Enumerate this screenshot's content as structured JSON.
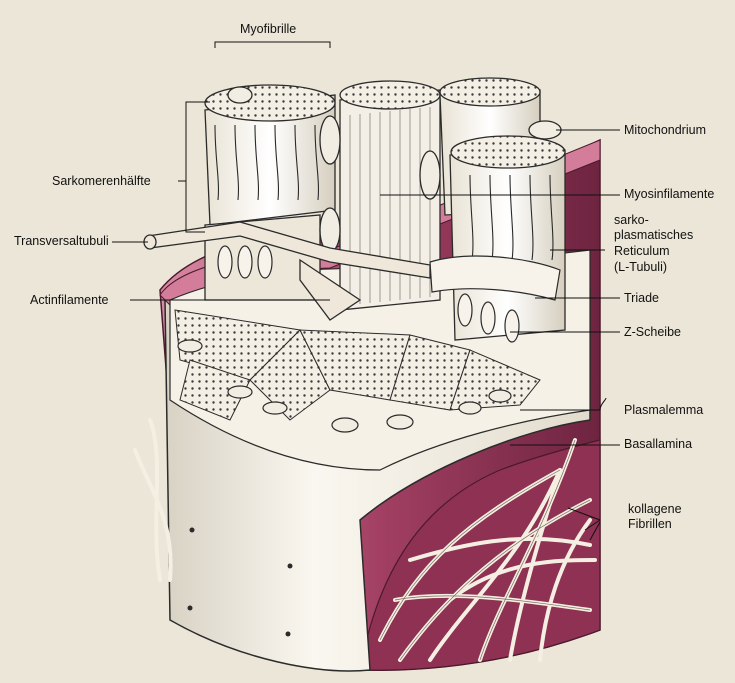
{
  "labels": {
    "myofibrille": "Myofibrille",
    "sarkomerenhaelfte": "Sarkomerenhälfte",
    "transversaltubuli": "Transversaltubuli",
    "actinfilamente": "Actinfilamente",
    "mitochondrium": "Mitochondrium",
    "myosinfilamente": "Myosinfilamente",
    "sr_line1": "sarko-",
    "sr_line2": "plasmatisches",
    "sr_line3": "Reticulum",
    "sr_line4": "(L-Tubuli)",
    "triade": "Triade",
    "z_scheibe": "Z-Scheibe",
    "plasmalemma": "Plasmalemma",
    "basallamina": "Basallamina",
    "kollagene_line1": "kollagene",
    "kollagene_line2": "Fibrillen"
  },
  "colors": {
    "background": "#ece6d8",
    "membrane": "#b04a6c",
    "membrane_dark": "#6e2440",
    "fiber": "#f2ede2",
    "outline": "#2b2b2b"
  }
}
